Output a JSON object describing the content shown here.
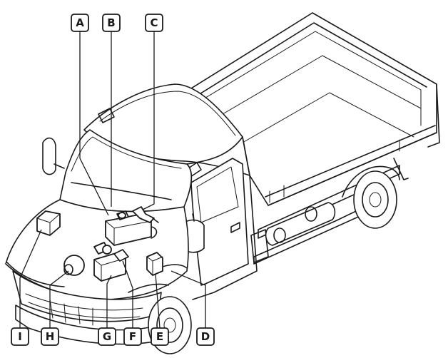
{
  "labels": {
    "A": "A",
    "B": "B",
    "C": "C",
    "D": "D",
    "E": "E",
    "F": "F",
    "G": "G",
    "H": "H",
    "I": "I"
  },
  "icons": [
    "truck-outline",
    "component-box"
  ],
  "colors": {
    "line": "#1a1a1a",
    "background": "#ffffff"
  }
}
